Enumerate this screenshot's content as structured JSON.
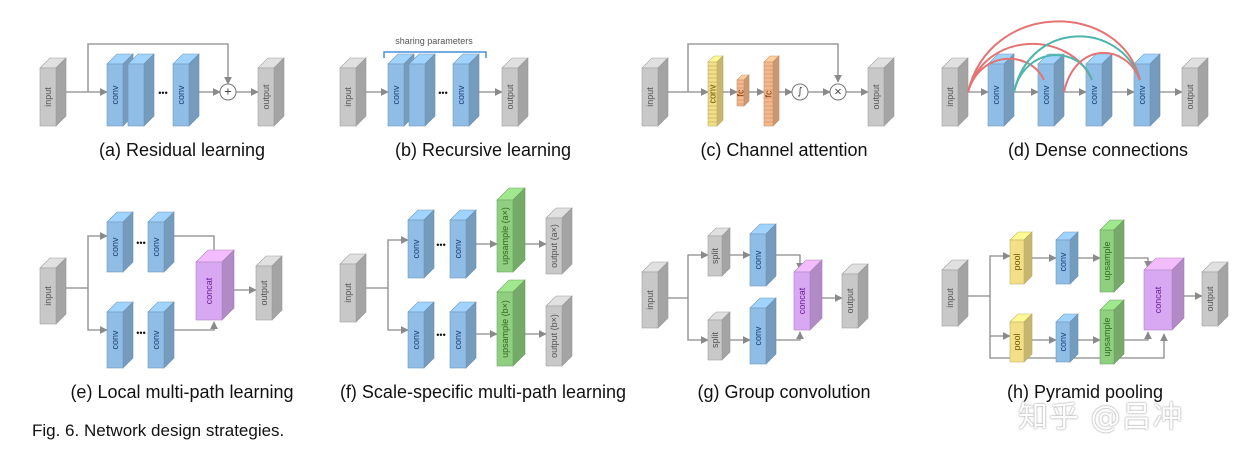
{
  "figure": {
    "title": "Fig. 6.  Network design strategies.",
    "watermark": "知乎 @吕冲"
  },
  "colors": {
    "gray": "#c8c8c8",
    "blue": "#8fbde6",
    "green": "#8fcf7f",
    "purple": "#d9a8f2",
    "yellow": "#f3df86",
    "orange": "#f6b98c",
    "arrow": "#8a8a8a",
    "dense_red": "#e57373",
    "dense_green": "#4db6ac"
  },
  "panels": {
    "a": {
      "caption": "(a) Residual learning",
      "input": "input",
      "conv": "conv",
      "output": "output",
      "ellipsis": "•••",
      "sum_symbol": "+"
    },
    "b": {
      "caption": "(b) Recursive learning",
      "input": "input",
      "conv": "conv",
      "output": "output",
      "ellipsis": "•••",
      "bracket_label": "sharing parameters"
    },
    "c": {
      "caption": "(c) Channel attention",
      "input": "input",
      "conv": "conv",
      "fc": "fc",
      "output": "output",
      "sigmoid_symbol": "∫",
      "mult_symbol": "×"
    },
    "d": {
      "caption": "(d) Dense connections",
      "input": "input",
      "conv": "conv",
      "output": "output"
    },
    "e": {
      "caption": "(e) Local multi-path learning",
      "input": "input",
      "conv": "conv",
      "concat": "concat",
      "output": "output",
      "ellipsis": "•••"
    },
    "f": {
      "caption": "(f) Scale-specific multi-path learning",
      "input": "input",
      "conv": "conv",
      "upsample_a": "upsample (a×)",
      "upsample_b": "upsample (b×)",
      "output_a": "output (a×)",
      "output_b": "output (b×)",
      "ellipsis": "•••"
    },
    "g": {
      "caption": "(g) Group convolution",
      "input": "input",
      "split": "split",
      "conv": "conv",
      "concat": "concat",
      "output": "output"
    },
    "h": {
      "caption": "(h) Pyramid pooling",
      "input": "input",
      "pool": "pool",
      "conv": "conv",
      "upsample": "upsample",
      "concat": "concat",
      "output": "output"
    }
  }
}
